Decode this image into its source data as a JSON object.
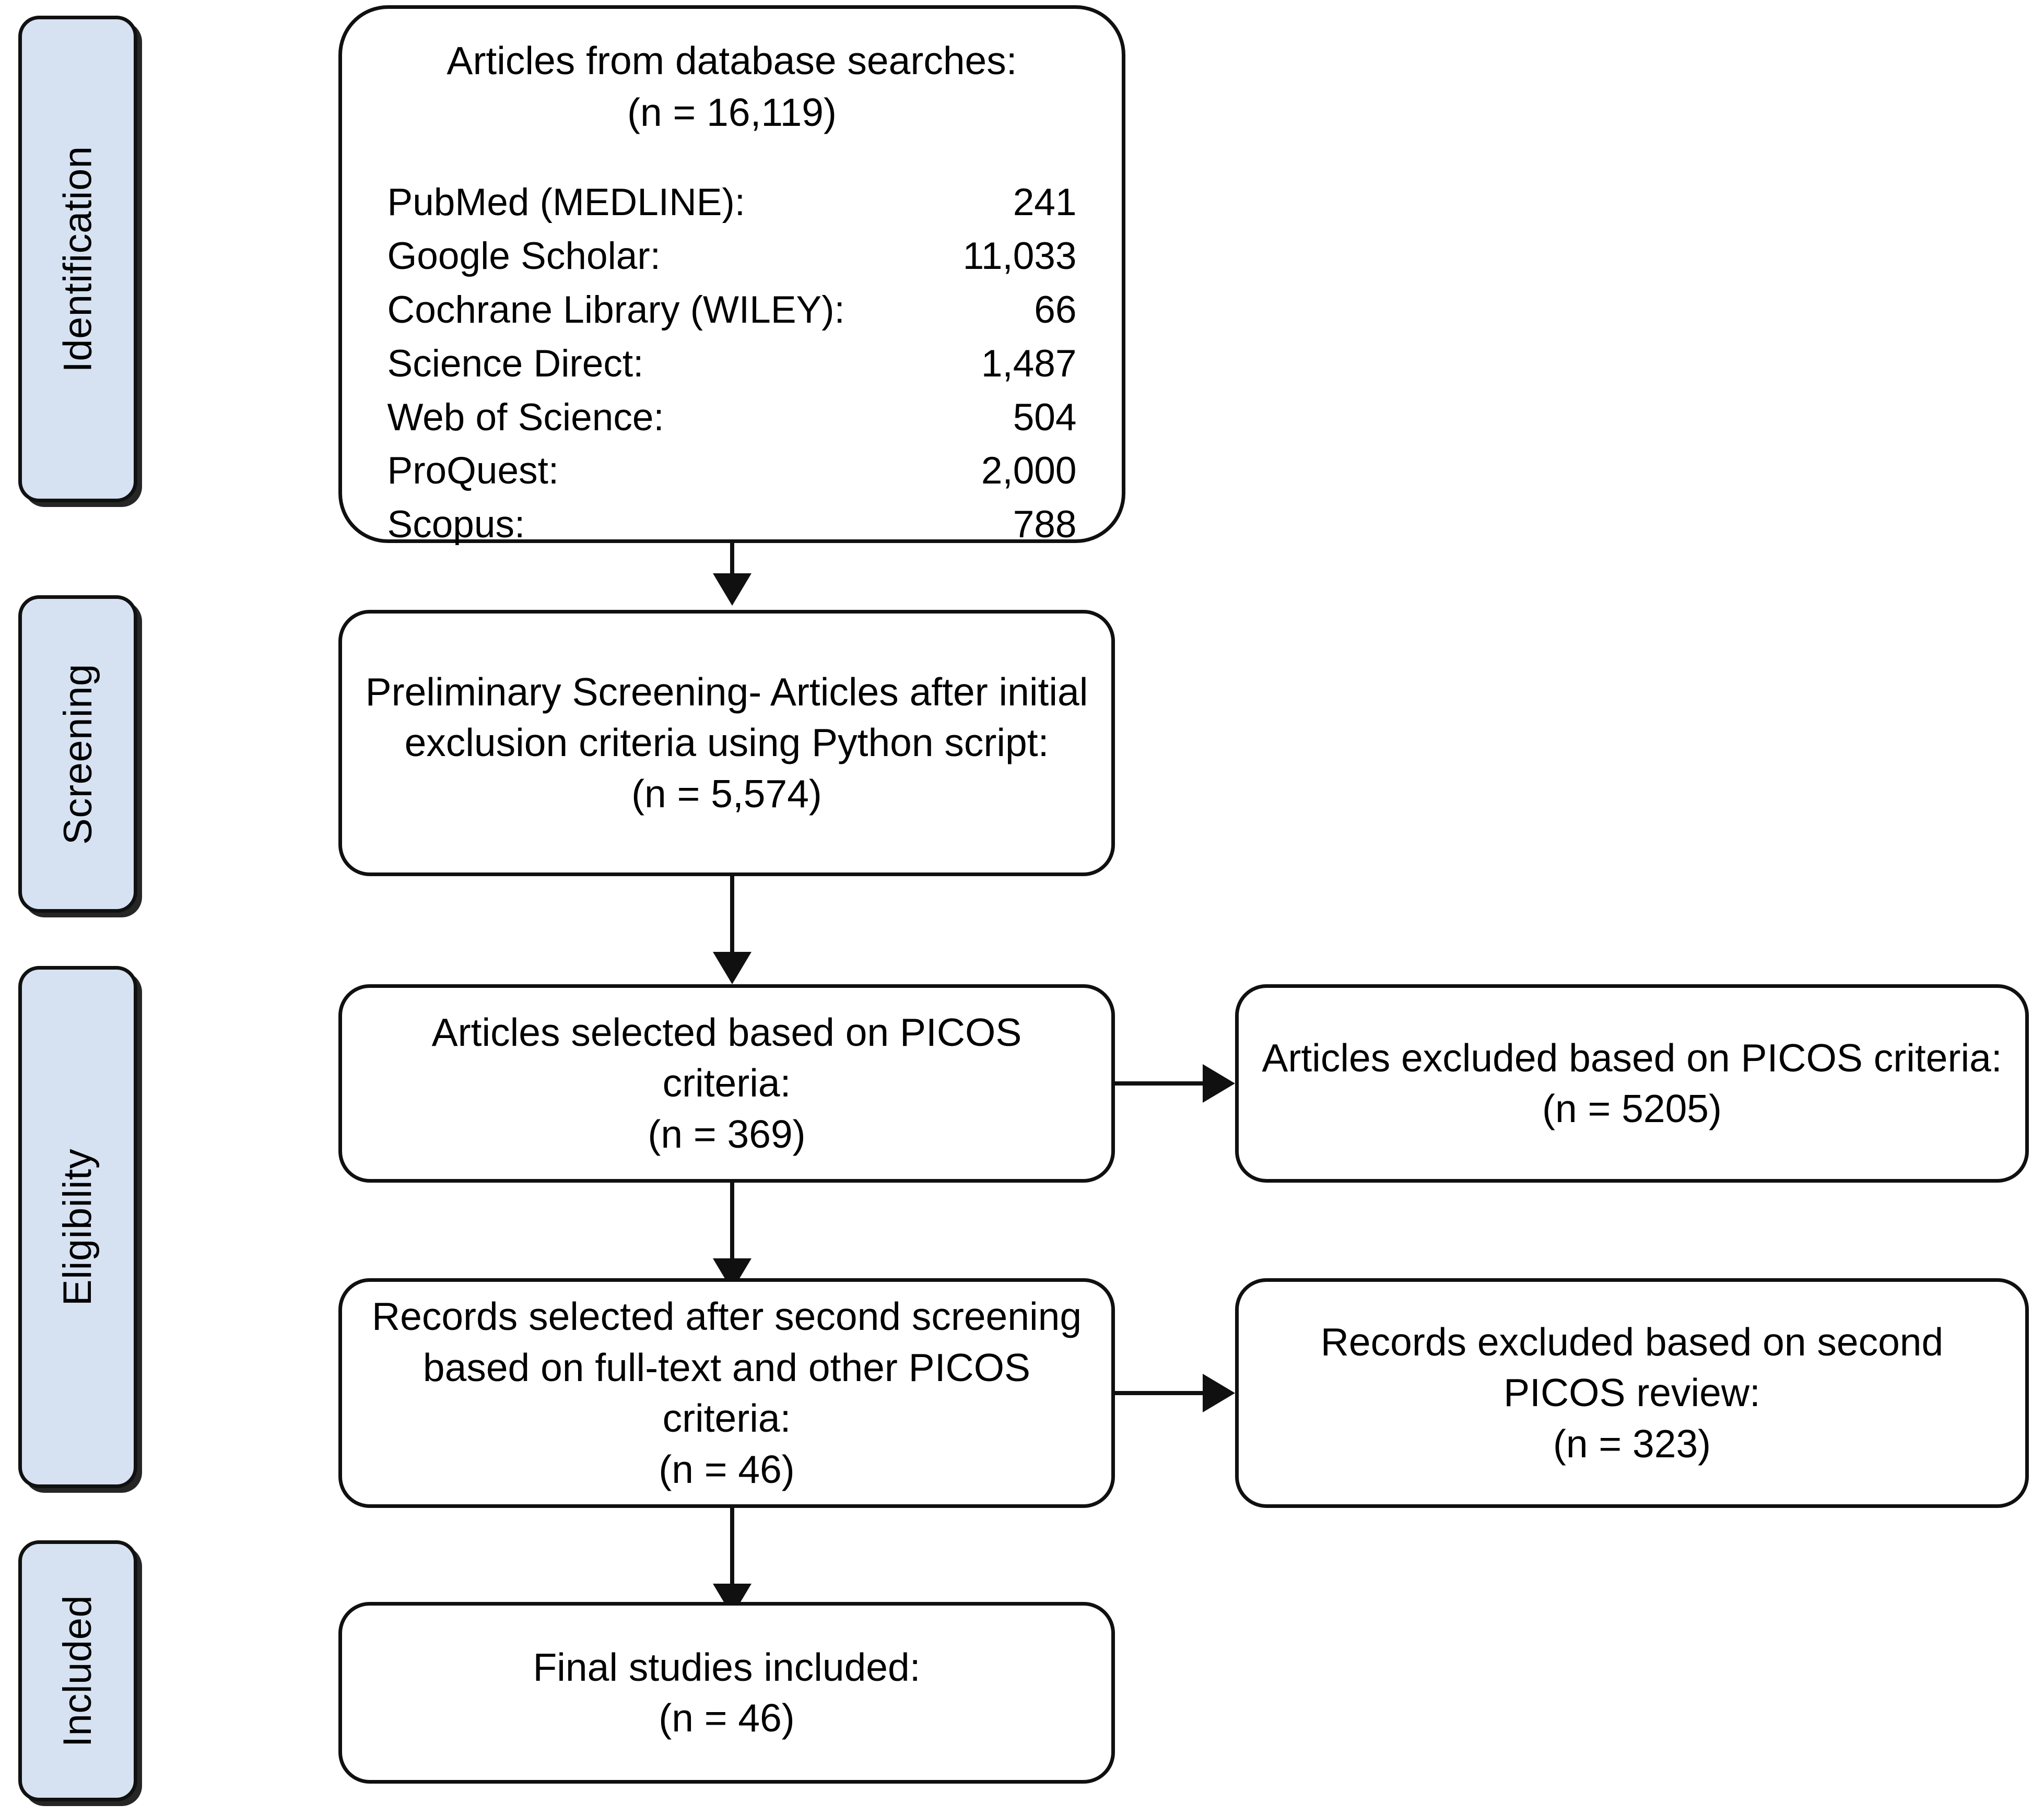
{
  "diagram": {
    "title": "PRISMA study selection flow diagram",
    "accent_color": "#d6e2f2",
    "line_color": "#101010",
    "background_color": "#ffffff"
  },
  "stages": [
    {
      "label": "Identification"
    },
    {
      "label": "Screening"
    },
    {
      "label": "Eligibility"
    },
    {
      "label": "Included"
    }
  ],
  "identification": {
    "heading_line1": "Articles from database searches:",
    "heading_line2": "(n = 16,119)",
    "total": "16,119",
    "databases": [
      {
        "name": "PubMed (MEDLINE):",
        "count": "241"
      },
      {
        "name": "Google Scholar:",
        "count": "11,033"
      },
      {
        "name": "Cochrane Library (WILEY):",
        "count": "66"
      },
      {
        "name": "Science Direct:",
        "count": "1,487"
      },
      {
        "name": "Web of Science:",
        "count": "504"
      },
      {
        "name": "ProQuest:",
        "count": "2,000"
      },
      {
        "name": "Scopus:",
        "count": "788"
      }
    ]
  },
  "screening_box": {
    "line1": "Preliminary Screening- Articles after initial",
    "line2": "exclusion criteria using Python script:",
    "line3": "(n = 5,574)",
    "count": "5,574"
  },
  "picos_selected_box": {
    "line1": "Articles selected based on PICOS criteria:",
    "line2": "(n = 369)",
    "count": "369"
  },
  "picos_excluded_box": {
    "line1": "Articles excluded based on PICOS criteria:",
    "line2": "(n = 5205)",
    "count": "5205"
  },
  "second_screening_box": {
    "line1": "Records selected after second screening",
    "line2": "based on full-text and other PICOS criteria:",
    "line3": "(n = 46)",
    "count": "46"
  },
  "second_excluded_box": {
    "line1": "Records excluded based on second",
    "line2": "PICOS review:",
    "line3": "(n = 323)",
    "count": "323"
  },
  "included_box": {
    "line1": "Final studies included:",
    "line2": "(n = 46)",
    "count": "46"
  }
}
